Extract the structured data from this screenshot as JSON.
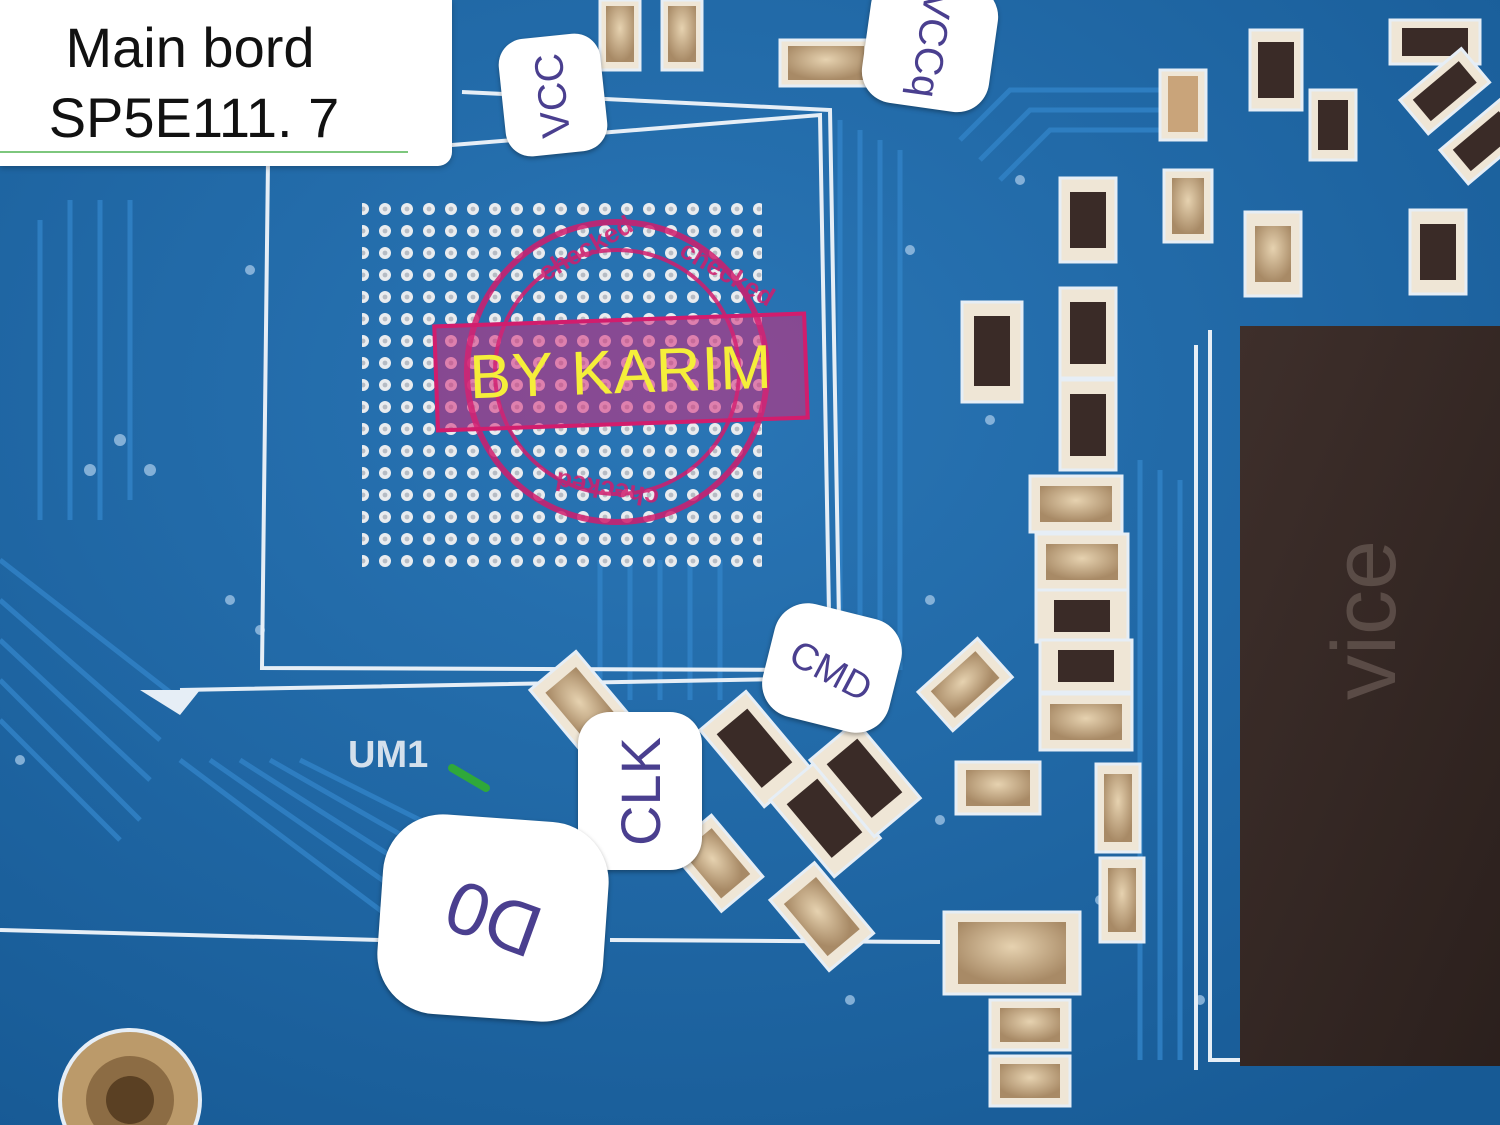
{
  "title": {
    "line1": "Main bord",
    "line2": "SP5E111. 7"
  },
  "stamp": {
    "text": "BY KARIM",
    "ring_text": "checked"
  },
  "silkscreen_label": "UM1",
  "chip_marking": "vice",
  "bubbles": {
    "vcc": "VCC",
    "vccq": "VCCq",
    "cmd": "CMD",
    "clk": "CLK",
    "d0": "D0"
  },
  "colors": {
    "board": "#1f6aa8",
    "trace": "#2c7cc0",
    "silkscreen": "#e6eef6",
    "pad": "#d8d4c8",
    "chip": "#3a2b27",
    "bubble_text": "#4a3f8f",
    "stamp": "#d11d6d",
    "stamp_text": "#f5ee3a",
    "test_point": "#2fa83a"
  }
}
